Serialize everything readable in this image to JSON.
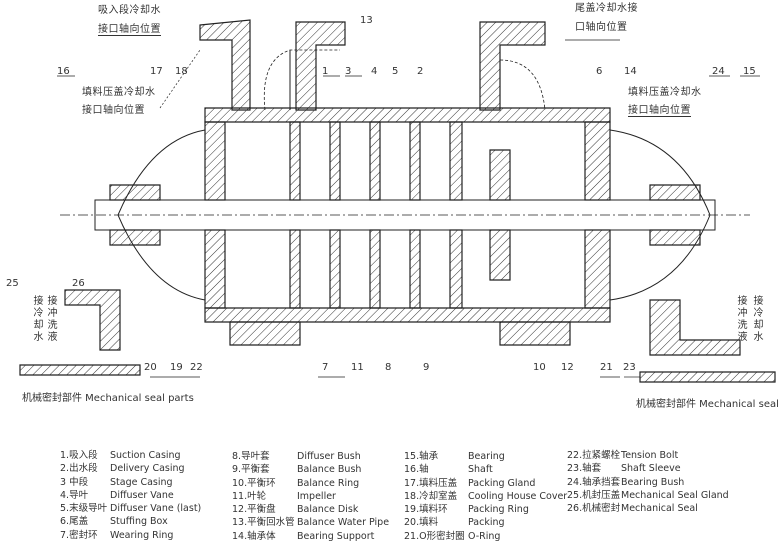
{
  "annotations": {
    "suction_cooling_1": "吸入段冷却水",
    "suction_cooling_2": "接口轴向位置",
    "tail_cooling_1": "尾盖冷却水接",
    "tail_cooling_2": "口轴向位置",
    "gland_cooling_left_1": "填料压盖冷却水",
    "gland_cooling_left_2": "接口轴向位置",
    "gland_cooling_right_1": "填料压盖冷却水",
    "gland_cooling_right_2": "接口轴向位置",
    "cooling_water_vertical": "接冷却水",
    "flush_liquid_vertical": "接冲洗液",
    "seal_parts_left": "机械密封部件 Mechanical seal parts",
    "seal_parts_right": "机械密封部件 Mechanical seal parts"
  },
  "callouts": {
    "n13": "13",
    "n16": "16",
    "n17": "17",
    "n18": "18",
    "n1": "1",
    "n3": "3",
    "n4": "4",
    "n5": "5",
    "n2": "2",
    "n6": "6",
    "n14": "14",
    "n24": "24",
    "n15": "15",
    "n25": "25",
    "n26": "26",
    "n20": "20",
    "n19": "19",
    "n22": "22",
    "n7": "7",
    "n11": "11",
    "n8": "8",
    "n9": "9",
    "n10": "10",
    "n12": "12",
    "n21": "21",
    "n23": "23"
  },
  "legend": {
    "col1": [
      {
        "cn": "1.吸入段",
        "en": "Suction Casing"
      },
      {
        "cn": "2.出水段",
        "en": "Delivery Casing"
      },
      {
        "cn": "3 中段",
        "en": "Stage Casing"
      },
      {
        "cn": "4.导叶",
        "en": "Diffuser Vane"
      },
      {
        "cn": "5.末级导叶",
        "en": "Diffuser  Vane (last)"
      },
      {
        "cn": "6.尾盖",
        "en": "Stuffing Box"
      },
      {
        "cn": "7.密封环",
        "en": "Wearing Ring"
      }
    ],
    "col2": [
      {
        "cn": "8.导叶套",
        "en": "Diffuser Bush"
      },
      {
        "cn": "9.平衡套",
        "en": "Balance Bush"
      },
      {
        "cn": "10.平衡环",
        "en": "Balance Ring"
      },
      {
        "cn": "11.叶轮",
        "en": "Impeller"
      },
      {
        "cn": "12.平衡盘",
        "en": "Balance Disk"
      },
      {
        "cn": "13.平衡回水管",
        "en": "Balance Water Pipe"
      },
      {
        "cn": "14.轴承体",
        "en": "Bearing Support"
      }
    ],
    "col3": [
      {
        "cn": "15.轴承",
        "en": "Bearing"
      },
      {
        "cn": "16.轴",
        "en": "Shaft"
      },
      {
        "cn": "17.填料压盖",
        "en": "Packing Gland"
      },
      {
        "cn": "18.冷却室盖",
        "en": "Cooling House Cover"
      },
      {
        "cn": "19.填料环",
        "en": "Packing Ring"
      },
      {
        "cn": "20.填料",
        "en": "Packing"
      },
      {
        "cn": "21.O形密封圈",
        "en": "O-Ring"
      }
    ],
    "col4": [
      {
        "cn": "22.拉紧螺栓",
        "en": "Tension Bolt"
      },
      {
        "cn": "23.轴套",
        "en": "Shaft Sleeve"
      },
      {
        "cn": "24.轴承挡套",
        "en": "Bearing Bush"
      },
      {
        "cn": "25.机封压盖",
        "en": "Mechanical Seal Gland"
      },
      {
        "cn": "26.机械密封",
        "en": "Mechanical Seal"
      }
    ]
  }
}
